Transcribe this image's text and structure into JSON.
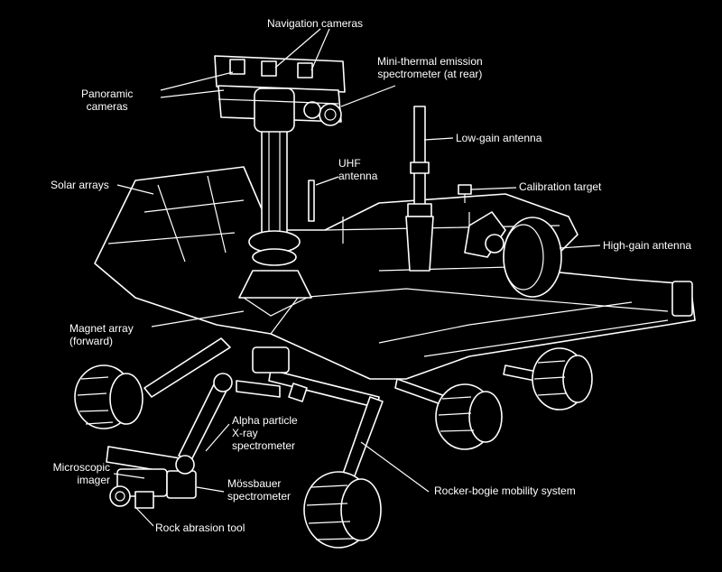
{
  "labels": {
    "navigation_cameras": "Navigation cameras",
    "mini_tes_1": "Mini-thermal emission",
    "mini_tes_2": "spectrometer (at rear)",
    "panoramic_1": "Panoramic",
    "panoramic_2": "cameras",
    "low_gain": "Low-gain antenna",
    "uhf_1": "UHF",
    "uhf_2": "antenna",
    "solar_arrays": "Solar arrays",
    "calibration": "Calibration target",
    "high_gain": "High-gain antenna",
    "magnet_1": "Magnet array",
    "magnet_2": "(forward)",
    "apxs_1": "Alpha particle",
    "apxs_2": "X-ray",
    "apxs_3": "spectrometer",
    "microscopic_1": "Microscopic",
    "microscopic_2": "imager",
    "mossbauer_1": "Mössbauer",
    "mossbauer_2": "spectrometer",
    "rocker_bogie": "Rocker-bogie mobility system",
    "rat": "Rock abrasion tool"
  },
  "colors": {
    "background": "#000000",
    "line": "#ffffff"
  }
}
